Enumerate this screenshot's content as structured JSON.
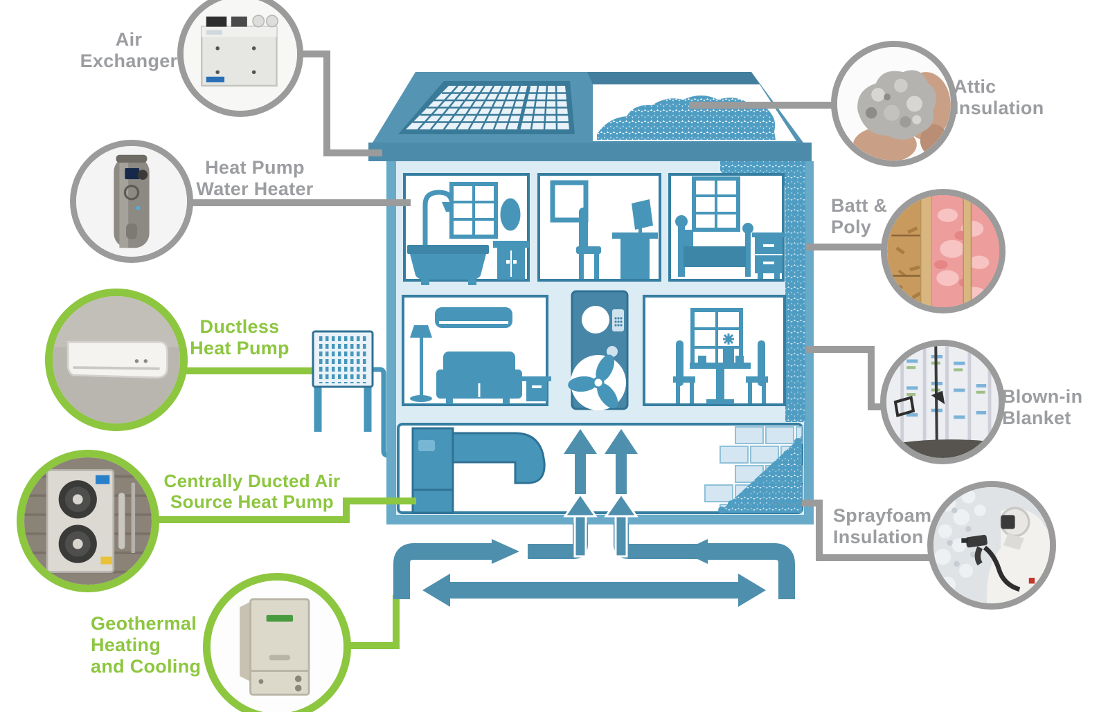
{
  "callouts": {
    "air_exchanger": {
      "label_lines": [
        "Air",
        "Exchanger"
      ],
      "color": "gray"
    },
    "heat_pump_water_heater": {
      "label_lines": [
        "Heat Pump",
        "Water Heater"
      ],
      "color": "gray"
    },
    "ductless_heat_pump": {
      "label_lines": [
        "Ductless",
        "Heat Pump"
      ],
      "color": "green"
    },
    "central_heat_pump": {
      "label_lines": [
        "Centrally Ducted Air",
        "Source Heat Pump"
      ],
      "color": "green"
    },
    "geothermal": {
      "label_lines": [
        "Geothermal",
        "Heating",
        "and Cooling"
      ],
      "color": "green"
    },
    "attic_insulation": {
      "label_lines": [
        "Attic",
        "Insulation"
      ],
      "color": "gray"
    },
    "batt_poly": {
      "label_lines": [
        "Batt &",
        "Poly"
      ],
      "color": "gray"
    },
    "blown_in_blanket": {
      "label_lines": [
        "Blown-in",
        "Blanket"
      ],
      "color": "gray"
    },
    "sprayfoam_insulation": {
      "label_lines": [
        "Sprayfoam",
        "Insulation"
      ],
      "color": "gray"
    }
  },
  "colors": {
    "green_accent": "#8dc63f",
    "gray_label": "#9b9da0",
    "gray_line": "#9b9b9b",
    "house_mid_blue": "#4e96ba",
    "house_deep_blue": "#4d8bab",
    "house_pale_blue": "#dcecf4",
    "bubble_blue": "#4f9dc3"
  }
}
